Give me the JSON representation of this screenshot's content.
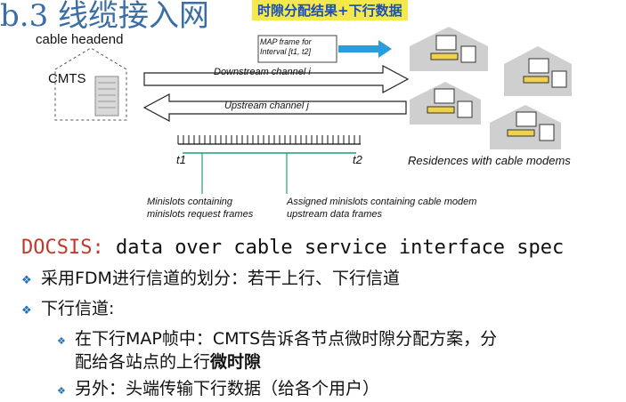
{
  "title_partial": "b.3 线缆接入网",
  "highlight_box": "时隙分配结果+下行数据",
  "diagram": {
    "headend_label": "cable headend",
    "cmts_label": "CMTS",
    "map_note_line1": "MAP frame for",
    "map_note_line2": "Interval [t1, t2]",
    "downstream_label": "Downstream channel i",
    "upstream_label": "Upstream channel j",
    "t1": "t1",
    "t2": "t2",
    "residences_label": "Residences with cable modems",
    "note_left_line1": "Minislots containing",
    "note_left_line2": "minislots request frames",
    "note_right_line1": "Assigned minislots containing cable modem",
    "note_right_line2": "upstream data frames"
  },
  "docsis": {
    "keyword": "DOCSIS:",
    "rest": " data over cable service interface spec"
  },
  "bullets": {
    "b1": "采用FDM进行信道的划分：若干上行、下行信道",
    "b2": "下行信道:",
    "b2_1_line1": "在下行MAP帧中：CMTS告诉各节点微时隙分配方案，分",
    "b2_1_line2a": "配给各站点的上行",
    "b2_1_line2b": "微时隙",
    "b2_2": "另外：头端传输下行数据（给各个用户）"
  },
  "colors": {
    "accent_blue": "#1f6fb5",
    "docsis_red": "#c0392b",
    "highlight": "#f4e84a",
    "arrow_blue": "#2a9de0"
  }
}
